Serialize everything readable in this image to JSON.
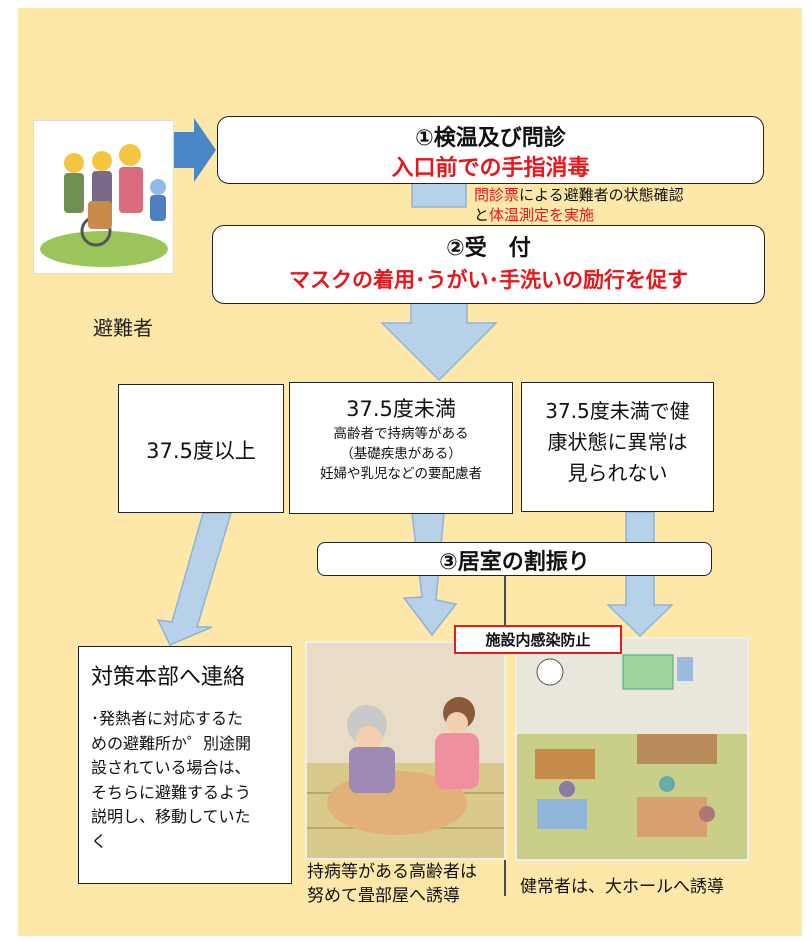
{
  "colors": {
    "background": "#fde8a9",
    "arrow_fill": "#b7d1e8",
    "arrow_stroke": "#8fb3d6",
    "entry_arrow": "#4a86c8",
    "highlight_red": "#e8151b"
  },
  "evacuees": {
    "label": "避難者"
  },
  "step1": {
    "title": "①検温及び問診",
    "subtitle": "入口前での手指消毒"
  },
  "note1": {
    "part_red1": "問診票",
    "part_black1": "による避難者の状態確認",
    "part_black2": "と",
    "part_red2": "体温測定を実施"
  },
  "step2": {
    "title": "②受　付",
    "subtitle": "マスクの着用･うがい･手洗いの励行を促す"
  },
  "branches": {
    "high_temp": "37.5度以上",
    "vulnerable": {
      "heading": "37.5度未満",
      "lines": [
        "高齢者で持病等がある",
        "（基礎疾患がある）",
        "妊婦や乳児などの要配慮者"
      ]
    },
    "healthy": {
      "lines": [
        "37.5度未満で健",
        "康状態に異常は",
        "見られない"
      ]
    }
  },
  "step3": {
    "title": "③居室の割振り"
  },
  "headquarters": {
    "title": "対策本部へ連絡",
    "lines": [
      "･発熱者に対応するた",
      "めの避難所か゜別途開",
      "設されている場合は、",
      "そちらに避難するよう",
      "説明し、移動していた",
      "く"
    ]
  },
  "infection_label": "施設内感染防止",
  "tatami_caption": [
    "持病等がある高齢者は",
    "努めて畳部屋へ誘導"
  ],
  "hall_caption": "健常者は、大ホールへ誘導"
}
